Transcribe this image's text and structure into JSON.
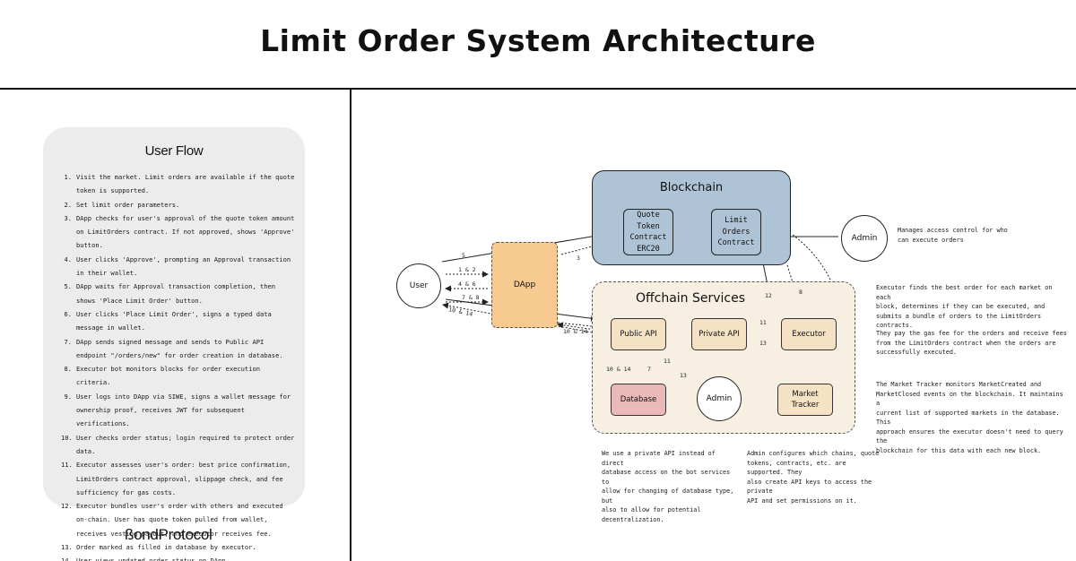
{
  "title": "Limit Order System Architecture",
  "user_flow": {
    "title": "User Flow",
    "steps": [
      {
        "num": "1.",
        "text": "Visit the market. Limit orders are available if the quote token is supported."
      },
      {
        "num": "2.",
        "text": "Set limit order parameters."
      },
      {
        "num": "3.",
        "text": "DApp checks for user's approval of the quote token amount on LimitOrders contract. If not approved, shows 'Approve' button."
      },
      {
        "num": "4.",
        "text": "User clicks 'Approve', prompting an Approval transaction in their wallet."
      },
      {
        "num": "5.",
        "text": "DApp waits for Approval transaction completion, then shows 'Place Limit Order' button."
      },
      {
        "num": "6.",
        "text": "User clicks 'Place Limit Order', signs a typed data message in wallet."
      },
      {
        "num": "7.",
        "text": "DApp sends signed message and sends to Public API endpoint \"/orders/new\" for order creation in database."
      },
      {
        "num": "8.",
        "text": "Executor bot monitors blocks for order execution criteria."
      },
      {
        "num": "9.",
        "text": "User logs into DApp via SIWE, signs a wallet message for ownership proof, receives JWT for subsequent verifications."
      },
      {
        "num": "10.",
        "text": "User checks order status; login required to protect order data."
      },
      {
        "num": "11.",
        "text": "Executor assesses user's order: best price confirmation, LimitOrders contract approval, slippage check, and fee sufficiency for gas costs."
      },
      {
        "num": "12.",
        "text": "Executor bundles user's order with others and executed on-chain. User has quote token pulled from wallet, receives vesting payout, and executor receives fee."
      },
      {
        "num": "13.",
        "text": "Order marked as filled in database by executor."
      },
      {
        "num": "14.",
        "text": "User views updated order status on DApp."
      }
    ]
  },
  "logo": "ßondProtocol",
  "diagram": {
    "blockchain": {
      "title": "Blockchain",
      "quote_token_contract": "Quote Token\nContract\nERC20",
      "limit_orders_contract": "Limit\nOrders\nContract"
    },
    "offchain": {
      "title": "Offchain Services",
      "public_api": "Public API",
      "private_api": "Private API",
      "executor": "Executor",
      "database": "Database",
      "admin": "Admin",
      "market_tracker": "Market\nTracker"
    },
    "user": "User",
    "dapp": "DApp",
    "admin": "Admin",
    "edge_labels": {
      "e5": "5",
      "e3": "3",
      "e12a": "1 & 2",
      "e46": "4 & 6",
      "e78": "7 & 8",
      "e1014a": "10 & 14",
      "e1014b": "10 & 14",
      "e1014c": "10 & 14",
      "e7": "7",
      "e11a": "11",
      "e11b": "11",
      "e13a": "13",
      "e13b": "13",
      "e12": "12",
      "e8": "8"
    },
    "notes": {
      "admin_right": "Manages access control for who\ncan execute orders",
      "executor_1": "Executor finds the best order for each market on each\nblock, determines if they can be executed, and\nsubmits a bundle of orders to the LimitOrders\ncontracts.",
      "executor_2": "They pay the gas fee for the orders and receive fees\nfrom the LimitOrders contract when the orders are\nsuccessfully executed.",
      "market_tracker": "The Market Tracker monitors MarketCreated and\nMarketClosed events on the blockchain. It maintains a\ncurrent list of supported markets in the database. This\napproach ensures the executor doesn't need to query the\nblockchain for this data with each new block.",
      "private_api": "We use a private API instead of direct\ndatabase access on the bot services to\nallow for changing of database type, but\nalso to allow for potential\ndecentralization.",
      "admin_bottom": "Admin configures which chains, quote\ntokens, contracts, etc. are supported. They\nalso create API keys to access the private\nAPI and set permissions on it."
    }
  },
  "colors": {
    "blockchain": "#aec3d5",
    "offchain_bg": "#f6efe2",
    "service": "#f5e1c4",
    "database": "#ebb9b7",
    "dapp": "#f7ca8f",
    "panel": "#ececec"
  }
}
